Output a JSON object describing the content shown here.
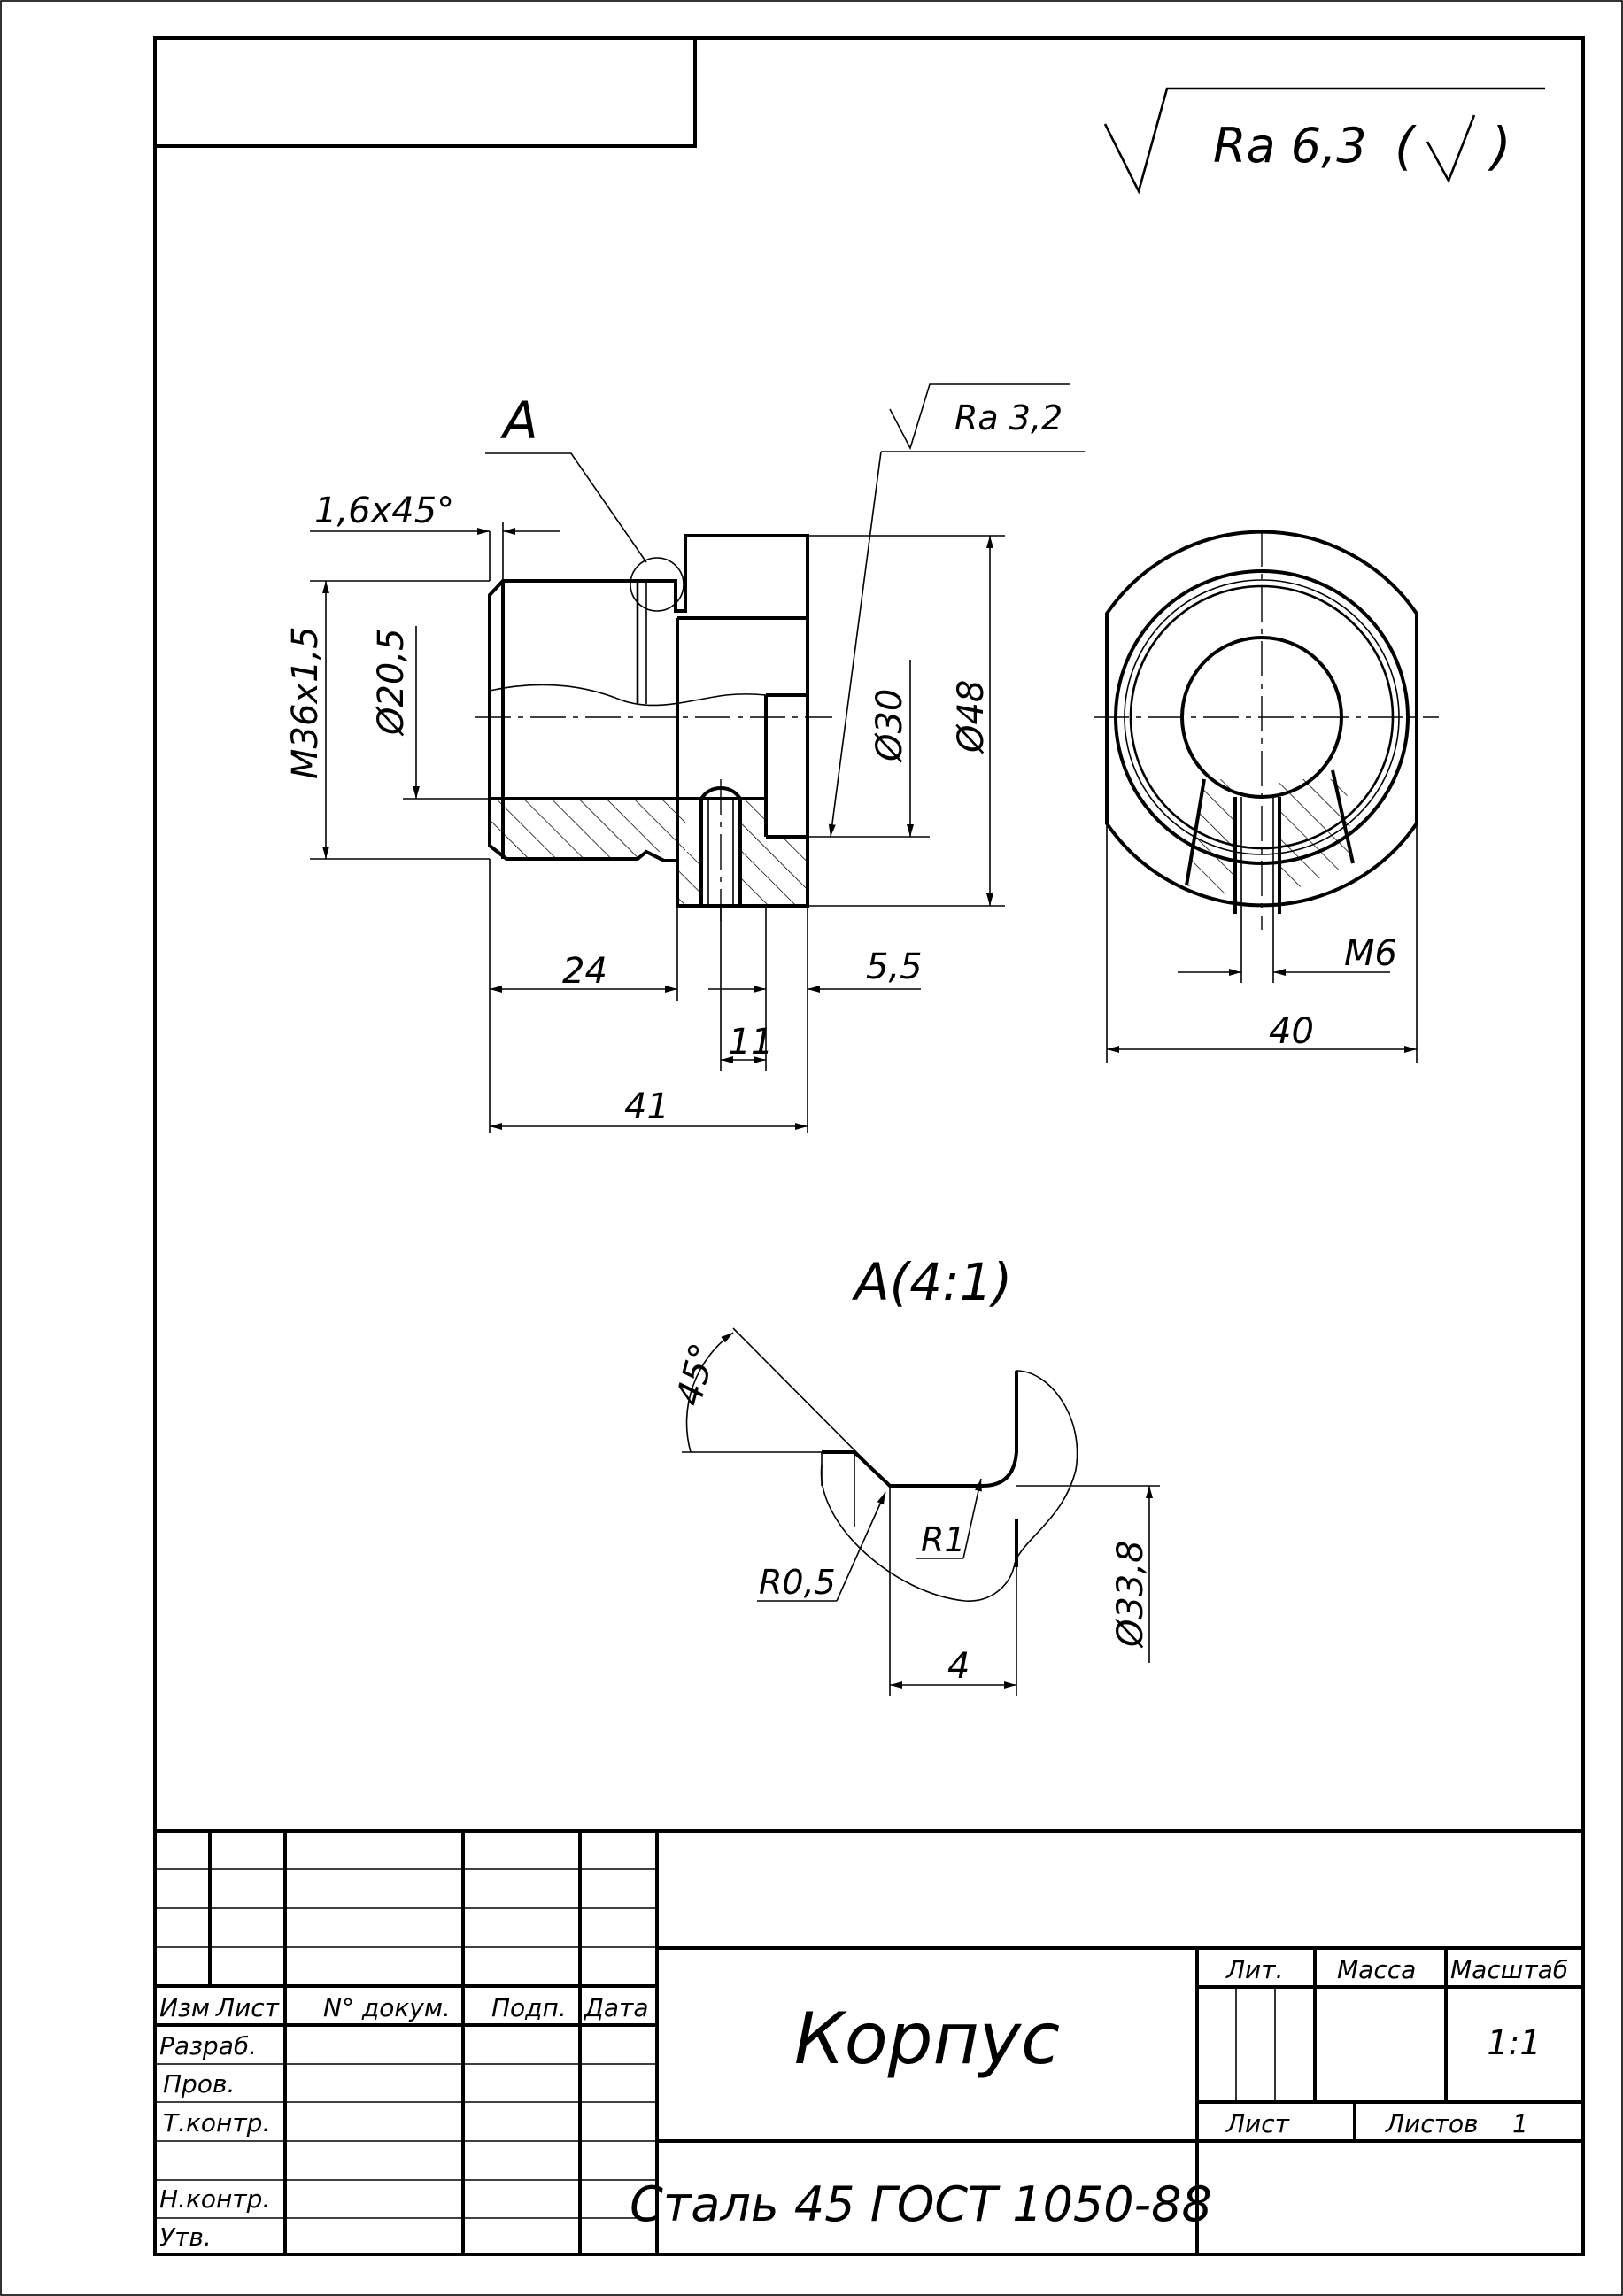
{
  "roughness": {
    "general": "Ra 6,3",
    "general_suffix": "(",
    "general_suffix_close": ")",
    "bore": "Ra 3,2"
  },
  "views": {
    "detail_marker": "A",
    "detail_title": "A(4:1)"
  },
  "dimensions": {
    "chamfer": "1,6x45°",
    "thread": "M36x1,5",
    "inner_dia": "Ø20,5",
    "bore_dia": "Ø30",
    "outer_dia": "Ø48",
    "len_thread": "24",
    "len_flange": "5,5",
    "len_hole": "11",
    "len_total": "41",
    "side_thread": "M6",
    "side_width": "40",
    "detail_angle": "45°",
    "detail_r_small": "R0,5",
    "detail_r_big": "R1",
    "detail_dia": "Ø33,8",
    "detail_width": "4"
  },
  "title_block": {
    "part_name": "Корпус",
    "material": "Сталь 45 ГОСТ 1050-88",
    "col_izm": "Изм",
    "col_list": "Лист",
    "col_doc": "N° докум.",
    "col_sign": "Подп.",
    "col_date": "Дата",
    "row_razrab": "Разраб.",
    "row_prov": "Пров.",
    "row_tkontr": "Т.контр.",
    "row_nkontr": "Н.контр.",
    "row_utv": "Утв.",
    "lit_label": "Лит.",
    "mass_label": "Масса",
    "scale_label": "Масштаб",
    "scale_value": "1:1",
    "sheet_label": "Лист",
    "sheets_label": "Листов",
    "sheets_value": "1"
  }
}
